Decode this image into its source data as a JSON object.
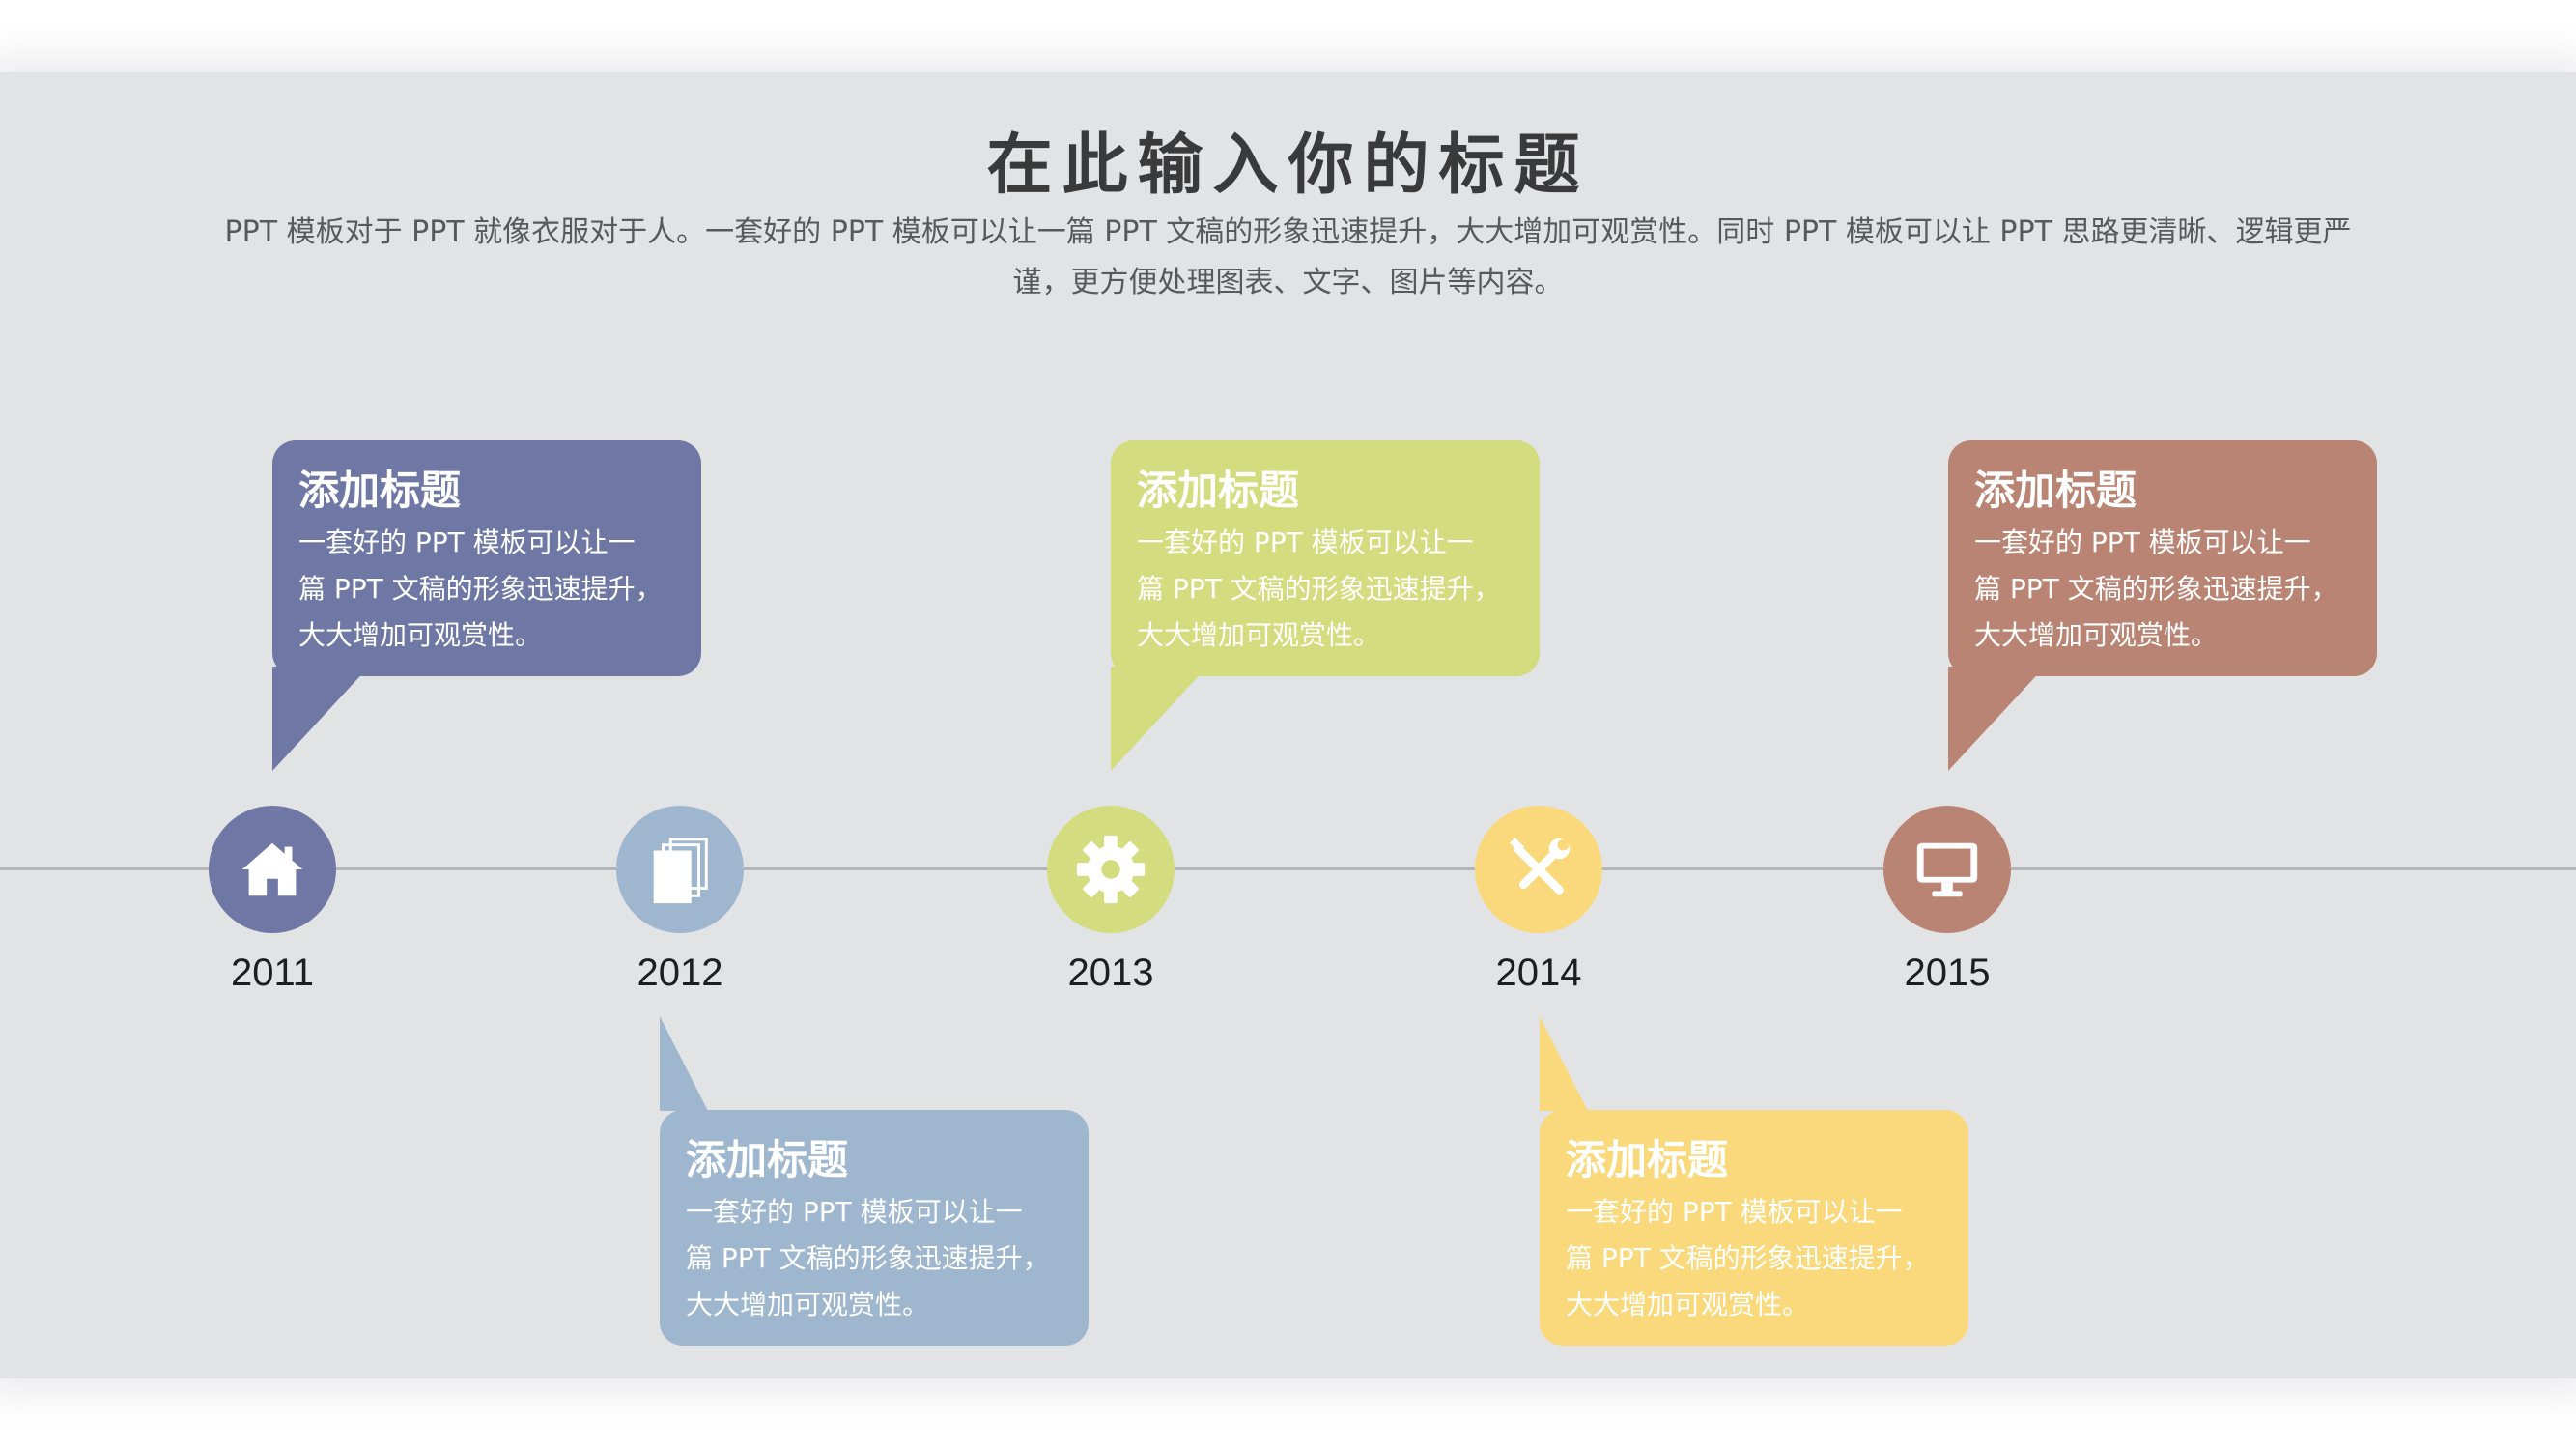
{
  "slide": {
    "title": "在此输入你的标题",
    "subtitle": "PPT 模板对于 PPT 就像衣服对于人。一套好的 PPT 模板可以让一篇 PPT 文稿的形象迅速提升，大大增加可观赏性。同时 PPT 模板可以让 PPT 思路更清晰、逻辑更严谨，更方便处理图表、文字、图片等内容。"
  },
  "timeline": [
    {
      "year": "2011",
      "icon": "home-icon",
      "color": "#6f78a4"
    },
    {
      "year": "2012",
      "icon": "documents-icon",
      "color": "#9fb6cf"
    },
    {
      "year": "2013",
      "icon": "gear-icon",
      "color": "#d3dc7f"
    },
    {
      "year": "2014",
      "icon": "tools-icon",
      "color": "#fad97c"
    },
    {
      "year": "2015",
      "icon": "monitor-icon",
      "color": "#b98473"
    }
  ],
  "callouts": [
    {
      "title": "添加标题",
      "body_lines": [
        "一套好的 PPT 模板可以让一",
        "篇 PPT 文稿的形象迅速提升，",
        "大大增加可观赏性。"
      ],
      "color": "#6f78a4"
    },
    {
      "title": "添加标题",
      "body_lines": [
        "一套好的 PPT 模板可以让一",
        "篇 PPT 文稿的形象迅速提升，",
        "大大增加可观赏性。"
      ],
      "color": "#9fb6cf"
    },
    {
      "title": "添加标题",
      "body_lines": [
        "一套好的 PPT 模板可以让一",
        "篇 PPT 文稿的形象迅速提升，",
        "大大增加可观赏性。"
      ],
      "color": "#d3dc7f"
    },
    {
      "title": "添加标题",
      "body_lines": [
        "一套好的 PPT 模板可以让一",
        "篇 PPT 文稿的形象迅速提升，",
        "大大增加可观赏性。"
      ],
      "color": "#fad97c"
    },
    {
      "title": "添加标题",
      "body_lines": [
        "一套好的 PPT 模板可以让一",
        "篇 PPT 文稿的形象迅速提升，",
        "大大增加可观赏性。"
      ],
      "color": "#b98473"
    }
  ]
}
